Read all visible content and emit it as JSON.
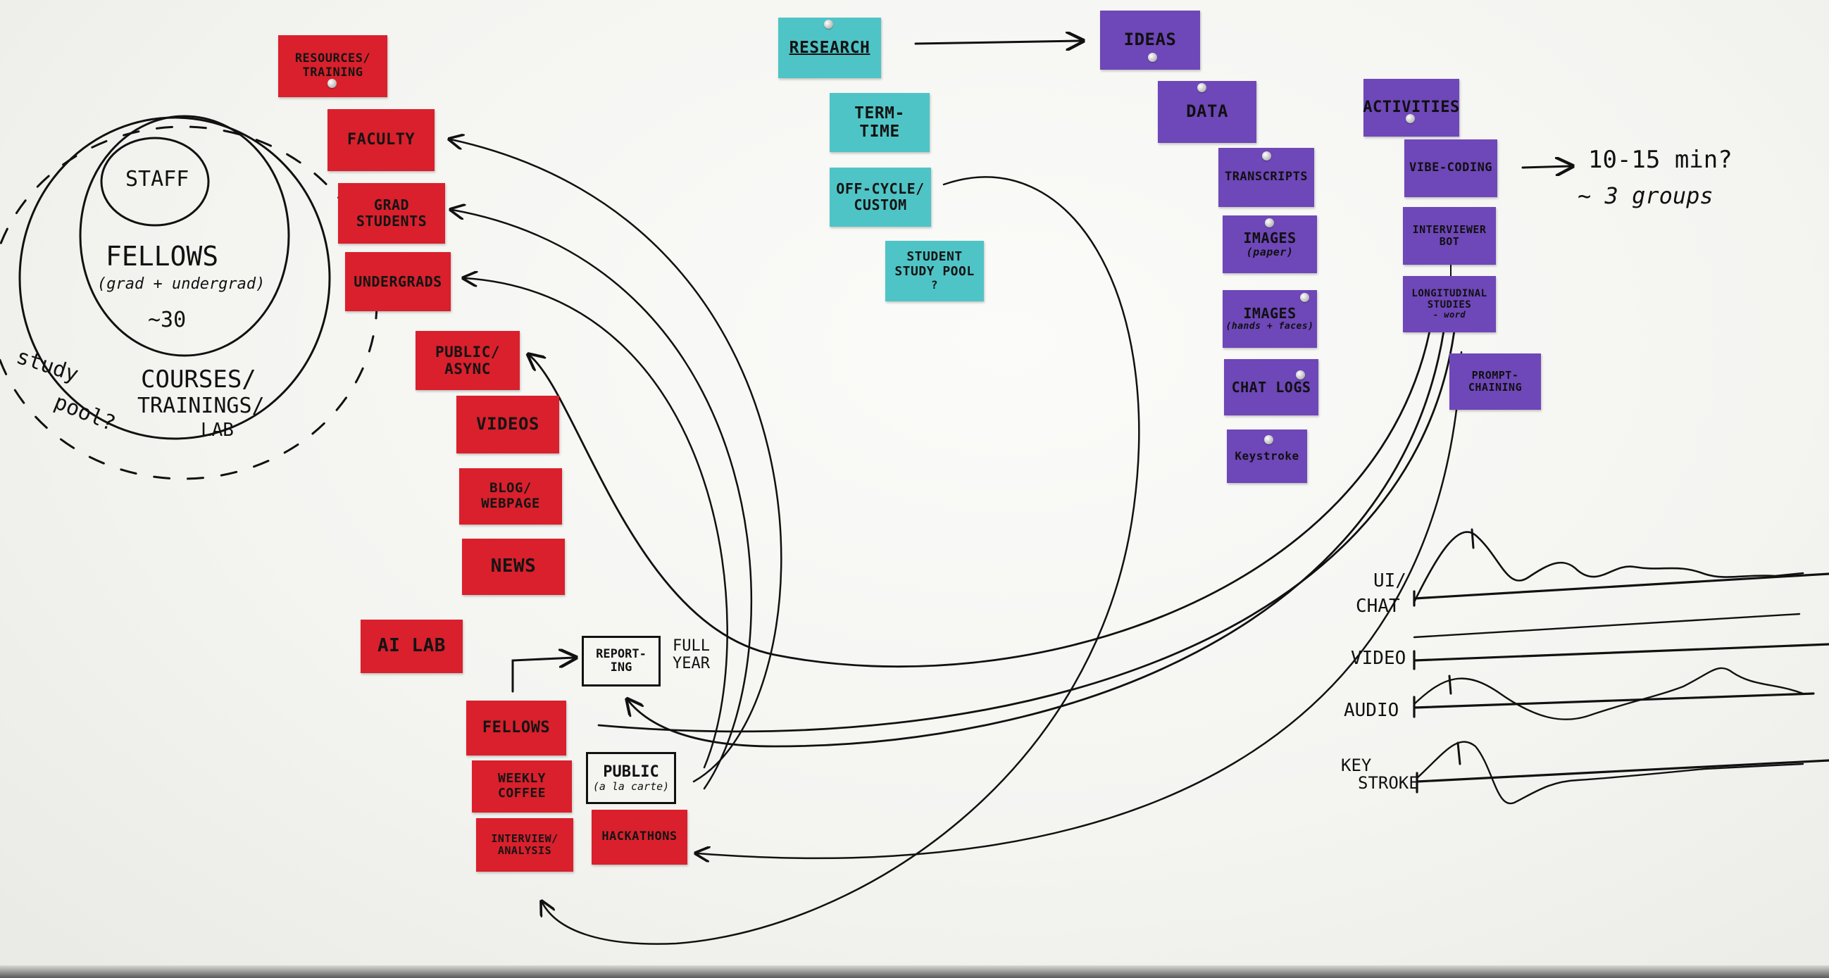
{
  "colors": {
    "red_note": "#d9202c",
    "teal_note": "#4fc4c6",
    "purple_note": "#6e47b8",
    "ink": "#111111"
  },
  "venn": {
    "staff": "STAFF",
    "fellows": "FELLOWS",
    "fellows_sub": "(grad + undergrad)",
    "fellows_count": "~30",
    "courses_line1": "COURSES/",
    "courses_line2": "TRAININGS/",
    "courses_line3": "LAB",
    "study_pool_1": "study",
    "study_pool_2": "pool?"
  },
  "red_notes": {
    "resources": "RESOURCES/ TRAINING",
    "faculty": "FACULTY",
    "grad": "GRAD STUDENTS",
    "undergrads": "UNDERGRADS",
    "public_async": "PUBLIC/ ASYNC",
    "videos": "VIDEOS",
    "blog": "BLOG/ WEBPAGE",
    "news": "NEWS",
    "ai_lab": "AI LAB",
    "fellows": "FELLOWS",
    "weekly_coffee": "WEEKLY COFFEE",
    "interview_analysis": "INTERVIEW/ ANALYSIS",
    "hackathons": "HACKATHONS"
  },
  "boxes": {
    "reporting": "REPORT- ING",
    "full_year": "FULL YEAR",
    "public": "PUBLIC",
    "public_sub": "(a la carte)"
  },
  "teal_notes": {
    "research": "RESEARCH",
    "term_time": "TERM- TIME",
    "off_cycle": "OFF-CYCLE/ CUSTOM",
    "student_pool": "STUDENT STUDY POOL",
    "student_pool_q": "?"
  },
  "purple_notes": {
    "ideas": "IDEAS",
    "data": "DATA",
    "transcripts": "TRANSCRIPTS",
    "images_paper": "IMAGES",
    "images_paper_sub": "(paper)",
    "images_hands": "IMAGES",
    "images_hands_sub": "(hands + faces)",
    "chat_logs": "CHAT LOGS",
    "keystrokes": "Keystroke",
    "activities": "ACTIVITIES",
    "vibe_coding": "VIBE-CODING",
    "interviewer_bot": "INTERVIEWER BOT",
    "longitudinal": "LONGITUDINAL STUDIES",
    "longitudinal_sub": "- word",
    "prompt_chaining": "PROMPT- CHAINING"
  },
  "annotations": {
    "duration": "10-15 min?",
    "groups": "~ 3 groups"
  },
  "timeline": {
    "ui_chat_1": "UI/",
    "ui_chat_2": "CHAT",
    "video": "VIDEO",
    "audio": "AUDIO",
    "key_1": "KEY",
    "key_2": "STROKE"
  }
}
